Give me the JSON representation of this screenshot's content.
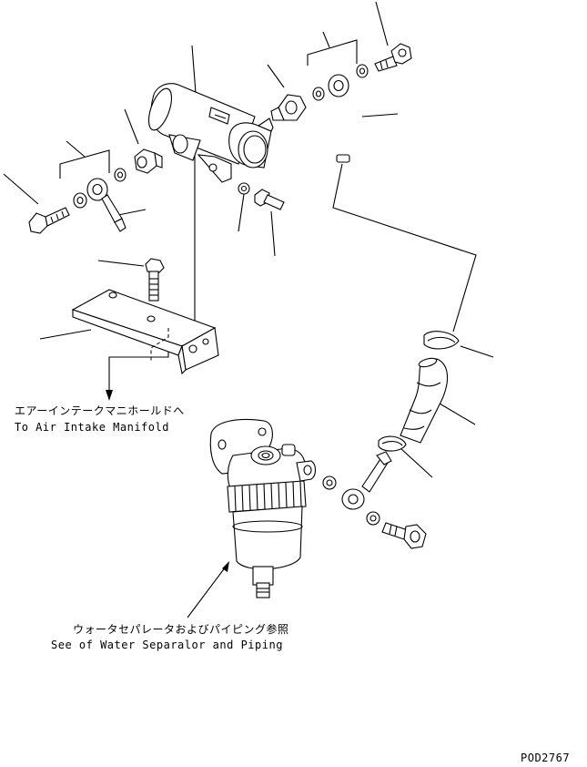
{
  "labels": {
    "intake_jp": "エアーインテークマニホールドへ",
    "intake_en": "To Air Intake Manifold",
    "separator_jp": "ウォータセパレータおよびパイピング参照",
    "separator_en": "See of Water Separalor and Piping",
    "figure_code": "POD2767"
  }
}
